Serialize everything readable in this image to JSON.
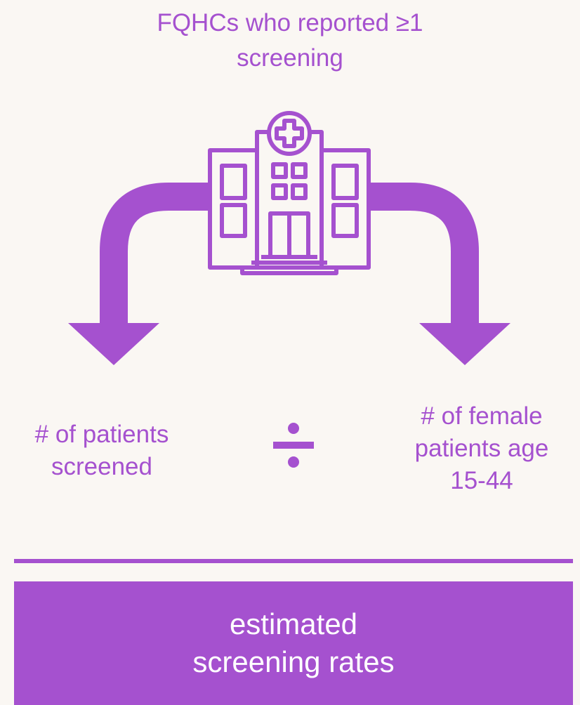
{
  "header": {
    "title_lines": [
      "FQHCs who reported ≥1",
      "screening"
    ]
  },
  "icons": {
    "building": "hospital-building-icon",
    "left_arrow": "curved-arrow-down-left-icon",
    "right_arrow": "curved-arrow-down-right-icon",
    "operator": "division-sign-icon"
  },
  "formula": {
    "numerator_lines": [
      "# of patients",
      "screened"
    ],
    "denominator_lines": [
      "# of female",
      "patients age",
      "15-44"
    ]
  },
  "result": {
    "lines": [
      "estimated",
      "screening rates"
    ]
  },
  "colors": {
    "accent": "#A551CF",
    "background": "#FAF7F3",
    "result_text": "#FFFFFF"
  }
}
